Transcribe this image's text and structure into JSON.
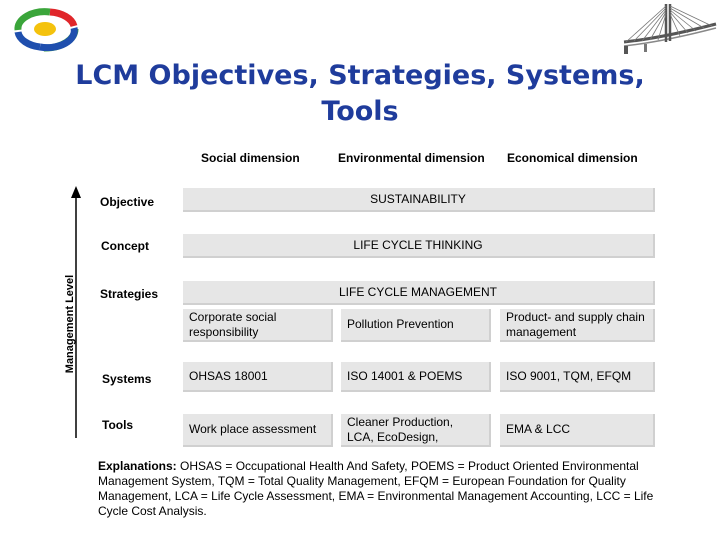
{
  "title": {
    "line1": "LCM Objectives, Strategies, Systems,",
    "line2": "Tools"
  },
  "columns": [
    "Social dimension",
    "Environmental dimension",
    "Economical dimension"
  ],
  "axis_label": "Management Level",
  "rows": {
    "objective": {
      "label": "Objective",
      "value": "SUSTAINABILITY"
    },
    "concept": {
      "label": "Concept",
      "value": "LIFE CYCLE THINKING"
    },
    "strategies": {
      "label": "Strategies",
      "value": "LIFE CYCLE MANAGEMENT",
      "cells": [
        "Corporate social responsibility",
        "Pollution Prevention",
        "Product- and supply chain management"
      ]
    },
    "systems": {
      "label": "Systems",
      "cells": [
        "OHSAS 18001",
        "ISO 14001 & POEMS",
        "ISO 9001, TQM, EFQM"
      ]
    },
    "tools": {
      "label": "Tools",
      "cells": [
        "Work place assessment",
        "Cleaner Production, LCA, EcoDesign,",
        "EMA & LCC"
      ]
    }
  },
  "explanations": {
    "label": "Explanations:",
    "text": "OHSAS = Occupational Health And Safety, POEMS = Product Oriented Environmental Management System,  TQM = Total Quality Management, EFQM = European Foundation for Quality Management, LCA = Life Cycle Assessment, EMA = Environmental Management Accounting, LCC = Life Cycle Cost Analysis."
  },
  "colors": {
    "title": "#1f3c9c",
    "box": "#e6e6e6",
    "logo_green": "#3aa53a",
    "logo_blue": "#1f4fae",
    "logo_red": "#e0262a",
    "logo_yellow": "#f4c20d"
  },
  "icons": [
    "logo-rings-icon",
    "bridge-icon"
  ]
}
